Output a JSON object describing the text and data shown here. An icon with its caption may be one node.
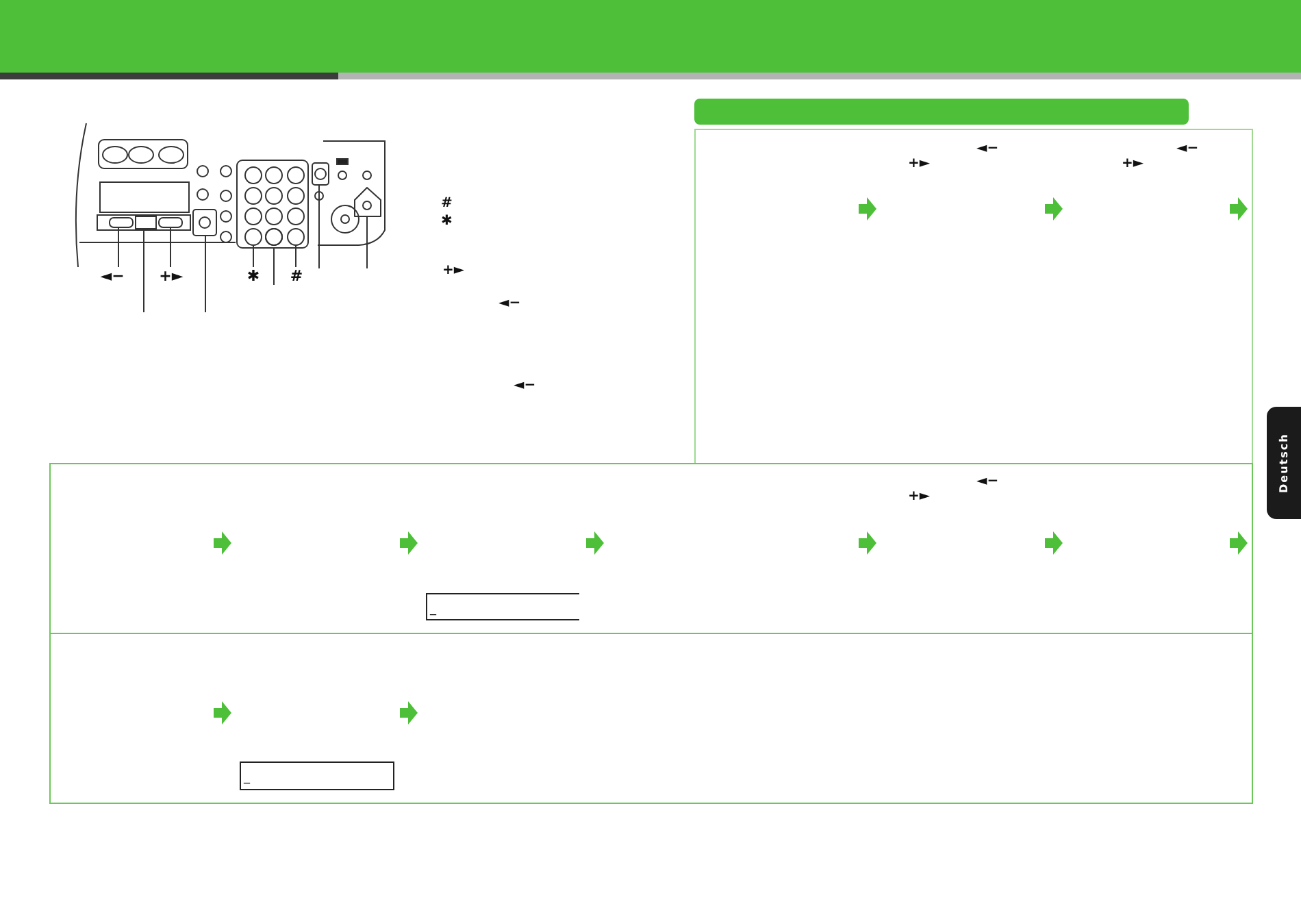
{
  "diagram": {
    "nodes": [
      {
        "text": [],
        "shape": "box"
      },
      {
        "text": [],
        "shape": "box"
      },
      {
        "text": [],
        "shape": "circle"
      },
      {
        "text": [],
        "shape": "circle"
      },
      {
        "text": [
          "◄−"
        ]
      },
      {
        "text": [
          "+►"
        ]
      },
      {
        "text": [
          "✱"
        ]
      },
      {
        "text": [
          "#"
        ]
      },
      {
        "text": [],
        "shape": "bar"
      },
      {
        "text": [
          "◄−",
          "+►",
          "◄−",
          "+►"
        ]
      },
      {
        "text": [
          "Deutsch"
        ]
      },
      {
        "text": [
          "◄−",
          "+►"
        ]
      },
      {
        "text": [
          "_"
        ],
        "in": 11
      },
      {
        "text": [],
        "shape": "box"
      },
      {
        "text": [
          "_"
        ],
        "in": 13
      }
    ],
    "edges": [
      {
        "from": 4,
        "to": 0,
        "arrow": "none"
      },
      {
        "from": 5,
        "to": 1,
        "arrow": "none"
      },
      {
        "from": 6,
        "to": 2,
        "arrow": "none"
      },
      {
        "from": 7,
        "to": 3,
        "arrow": "none"
      }
    ],
    "labels": [
      "#",
      "✱",
      "+►",
      "◄−",
      "◄−"
    ]
  }
}
